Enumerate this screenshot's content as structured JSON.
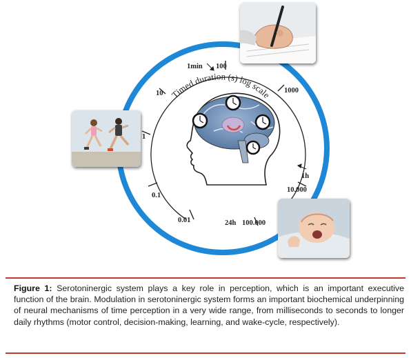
{
  "diagram": {
    "arc_label": "Timed duration (s) log scale",
    "ticks": {
      "t001": "0.01",
      "t01": "0.1",
      "t1": "1",
      "t10": "10",
      "t100": "100",
      "t1000": "1000",
      "t10000": "10.000",
      "t100000": "100.000"
    },
    "markers": {
      "one_min": "1min",
      "one_hour": "1h",
      "twenty_four_h": "24h"
    },
    "colors": {
      "ring": "#1e88d6",
      "caption_rule": "#c0392b"
    }
  },
  "caption": {
    "label": "Figure 1:",
    "text": "Serotoninergic system plays a key role in perception, which is an important executive function of the brain. Modulation in serotoninergic system forms an important biochemical underpinning of neural mechanisms of time perception in a very wide range, from milliseconds to seconds to longer daily rhythms (motor control, decision-making, learning, and wake-cycle, respectively)."
  }
}
